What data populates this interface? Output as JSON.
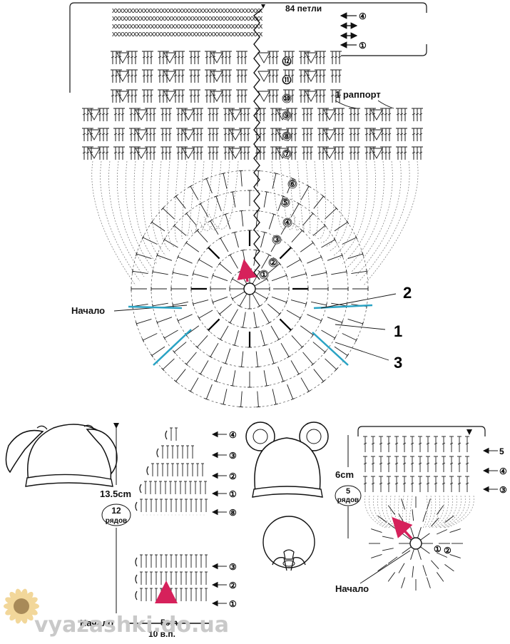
{
  "top": {
    "stitch_count": "84 петли",
    "repeat_label": "1 раппорт",
    "bottom_rows": [
      "④",
      "③",
      "②",
      "①"
    ],
    "band_rows": [
      "⑫",
      "⑪",
      "⑩",
      "⑨",
      "⑧",
      "⑦"
    ],
    "circle_rows": [
      "⑥",
      "⑤",
      "④",
      "③",
      "②",
      "①"
    ],
    "start_label": "Начало",
    "callouts": [
      "2",
      "1",
      "3"
    ]
  },
  "left_panel": {
    "height_label": "13.5cm",
    "rows_num": "12",
    "rows_word": "рядов",
    "width_label": "5cm",
    "chain_label": "10 в.п.",
    "start_label": "Начало",
    "row_upper": [
      "④",
      "③",
      "②",
      "①",
      "⑧"
    ],
    "row_lower": [
      "③",
      "②",
      "①"
    ]
  },
  "right_panel": {
    "height_label": "6cm",
    "rows_num": "5",
    "rows_word": "рядов",
    "start_label": "Начало",
    "row_labels": [
      "5",
      "④",
      "③"
    ],
    "circle_rows": [
      "①",
      "②"
    ]
  },
  "watermark": "vyazashki.do.ua",
  "colors": {
    "accent": "#d6215b",
    "marker": "#2aa3c4",
    "ink": "#1a1a1a"
  }
}
